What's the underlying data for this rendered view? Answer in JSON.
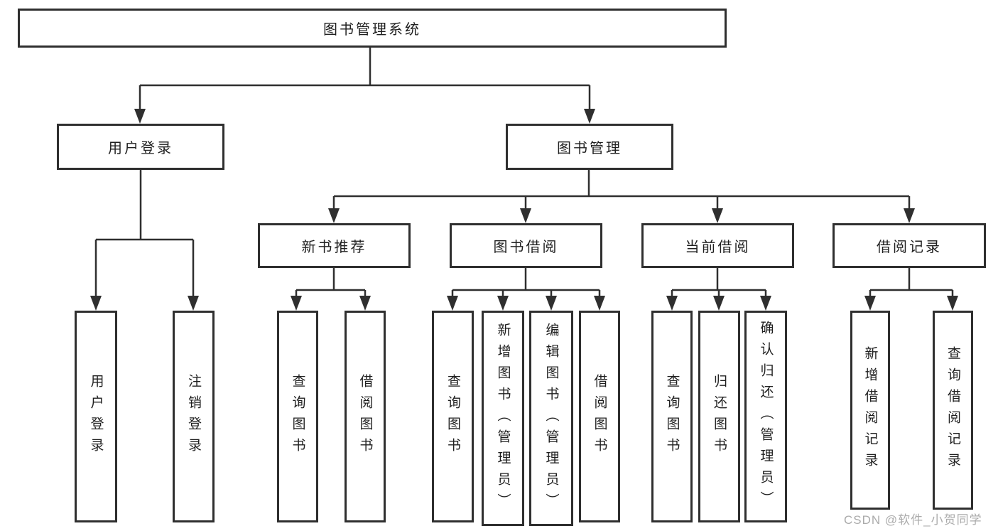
{
  "diagram": {
    "background": "#ffffff",
    "line_color": "#2f2f2f",
    "box_border_color": "#2f2f2f",
    "text_color": "#1f1f1f",
    "watermark": {
      "text": "CSDN @软件_小贺同学",
      "color": "#ababab"
    }
  },
  "tree": {
    "root": "图书管理系统",
    "children": [
      {
        "label": "用户登录",
        "children": [
          {
            "label": "用户登录"
          },
          {
            "label": "注销登录"
          }
        ]
      },
      {
        "label": "图书管理",
        "children": [
          {
            "label": "新书推荐",
            "children": [
              {
                "label": "查询图书"
              },
              {
                "label": "借阅图书"
              }
            ]
          },
          {
            "label": "图书借阅",
            "children": [
              {
                "label": "查询图书"
              },
              {
                "label": "新增图书（管理员）"
              },
              {
                "label": "编辑图书（管理员）"
              },
              {
                "label": "借阅图书"
              }
            ]
          },
          {
            "label": "当前借阅",
            "children": [
              {
                "label": "查询图书"
              },
              {
                "label": "归还图书"
              },
              {
                "label": "确认归还（管理员）"
              }
            ]
          },
          {
            "label": "借阅记录",
            "children": [
              {
                "label": "新增借阅记录"
              },
              {
                "label": "查询借阅记录"
              }
            ]
          }
        ]
      }
    ]
  }
}
